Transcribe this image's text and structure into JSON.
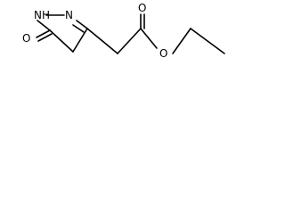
{
  "molecule": {
    "atoms": {
      "ring_nh": "NH",
      "ring_n": "N",
      "keto_o": "O",
      "carbonyl_o": "O",
      "ester_o": "O"
    }
  }
}
